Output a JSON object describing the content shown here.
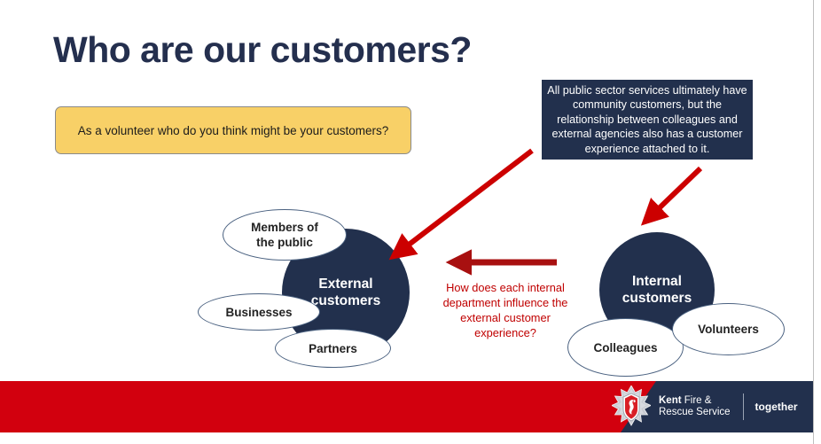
{
  "slide": {
    "title": "Who are our customers?",
    "prompt": "As a volunteer who do you think might be your customers?",
    "callout": "All public sector services ultimately have community customers, but the relationship between colleagues and external agencies also has a customer experience attached to it.",
    "mid_question": "How does each internal department influence the external customer experience?"
  },
  "diagram": {
    "external": {
      "core_label_line1": "External",
      "core_label_line2": "customers",
      "satellites": [
        {
          "label_line1": "Members of",
          "label_line2": "the public"
        },
        {
          "label_line1": "Businesses",
          "label_line2": ""
        },
        {
          "label_line1": "Partners",
          "label_line2": ""
        }
      ]
    },
    "internal": {
      "core_label_line1": "Internal",
      "core_label_line2": "customers",
      "satellites": [
        {
          "label_line1": "Colleagues",
          "label_line2": ""
        },
        {
          "label_line1": "Volunteers",
          "label_line2": ""
        }
      ]
    }
  },
  "footer": {
    "brand_line1_bold": "Kent",
    "brand_line1_rest": " Fire &",
    "brand_line2": "Rescue Service",
    "tagline": "together"
  },
  "colors": {
    "navy": "#22304d",
    "red": "#d2000e",
    "arrow_red": "#cc0000",
    "question_red": "#c00000",
    "yellow": "#f8d067",
    "bubble_outline": "#4a6180"
  }
}
